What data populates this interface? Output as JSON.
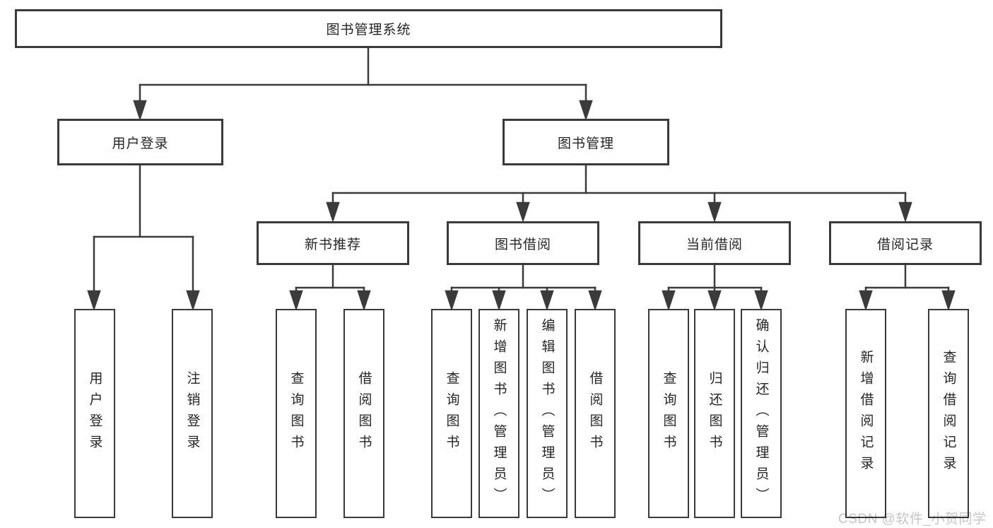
{
  "diagram_type": "hierarchy-tree",
  "tree": {
    "root": "图书管理系统",
    "children": [
      {
        "label": "用户登录",
        "children": [
          {
            "label": "用户登录"
          },
          {
            "label": "注销登录"
          }
        ]
      },
      {
        "label": "图书管理",
        "children": [
          {
            "label": "新书推荐",
            "children": [
              {
                "label": "查询图书"
              },
              {
                "label": "借阅图书"
              }
            ]
          },
          {
            "label": "图书借阅",
            "children": [
              {
                "label": "查询图书"
              },
              {
                "label": "新增图书（管理员）"
              },
              {
                "label": "编辑图书（管理员）"
              },
              {
                "label": "借阅图书"
              }
            ]
          },
          {
            "label": "当前借阅",
            "children": [
              {
                "label": "查询图书"
              },
              {
                "label": "归还图书"
              },
              {
                "label": "确认归还（管理员）"
              }
            ]
          },
          {
            "label": "借阅记录",
            "children": [
              {
                "label": "新增借阅记录"
              },
              {
                "label": "查询借阅记录"
              }
            ]
          }
        ]
      }
    ]
  },
  "watermark": "CSDN @软件_小贺同学",
  "colors": {
    "line": "#3b3b3b",
    "box_border": "#3a3a3a",
    "text": "#262626",
    "watermark": "#c6c6c6",
    "background": "#ffffff"
  }
}
